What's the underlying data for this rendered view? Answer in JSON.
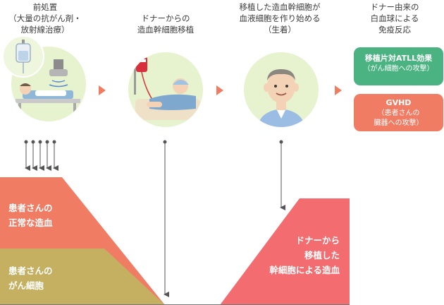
{
  "steps": [
    {
      "title": "前処置\n（大量の抗がん剤・\n放射線治療）"
    },
    {
      "title": "ドナーからの\n造血幹細胞移植"
    },
    {
      "title": "移植した造血幹細胞が\n血液細胞を作り始める\n（生着）"
    },
    {
      "title": "ドナー由来の\n白血球による\n免疫反応"
    }
  ],
  "effects": [
    {
      "title": "移植片対ATLL効果",
      "sub": "（がん細胞への攻撃）",
      "color": "#4bb282"
    },
    {
      "title": "GVHD",
      "sub": "（患者さんの\n臓器への攻撃）",
      "color": "#f07c64"
    }
  ],
  "areas": {
    "normal": {
      "label": "患者さんの\n正常な造血",
      "color": "#f07c64"
    },
    "cancer": {
      "label": "患者さんの\nがん細胞",
      "color": "#c4b060"
    },
    "donor": {
      "label": "ドナーから\n移植した\n幹細胞による造血",
      "color": "#f26c70"
    }
  },
  "colors": {
    "circle_bg": "#e7f2cf",
    "arrow": "#f07c64",
    "line": "#555555"
  },
  "icons": [
    "iv-bag-icon",
    "radiation-machine-icon",
    "patient-bed-icon",
    "blood-bag-icon",
    "patient-transfusion-icon",
    "recovered-patient-icon"
  ]
}
